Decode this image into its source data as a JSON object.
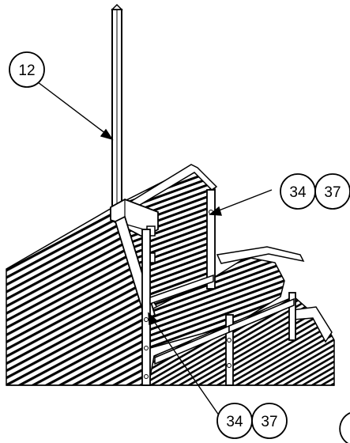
{
  "callouts": {
    "c1": {
      "label": "12"
    },
    "c2": {
      "a": "34",
      "b": "37"
    },
    "c3": {
      "a": "34",
      "b": "37"
    }
  }
}
